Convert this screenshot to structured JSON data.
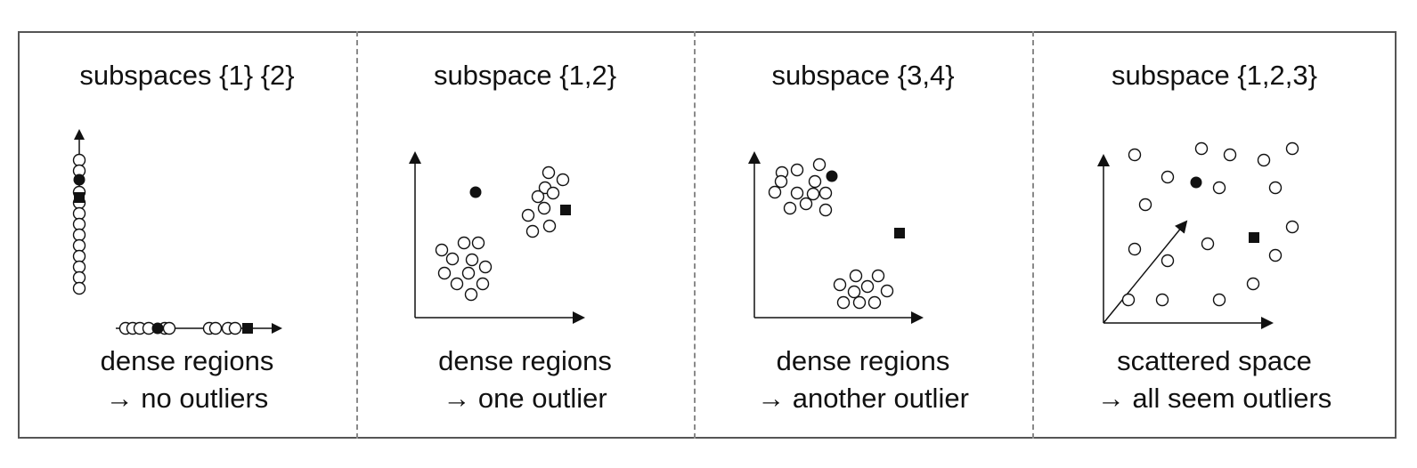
{
  "panels": [
    {
      "title": "subspaces {1} {2}",
      "caption_line1": "dense regions",
      "caption_line2": "→ no outliers"
    },
    {
      "title": "subspace {1,2}",
      "caption_line1": "dense regions",
      "caption_line2": "→ one outlier"
    },
    {
      "title": "subspace {3,4}",
      "caption_line1": "dense regions",
      "caption_line2": "→ another outlier"
    },
    {
      "title": "subspace {1,2,3}",
      "caption_line1": "scattered space",
      "caption_line2": "→ all seem outliers"
    }
  ],
  "legend_markers": {
    "normal_point": "open-circle",
    "outlier_a": "filled-circle",
    "outlier_b": "filled-square"
  },
  "colors": {
    "frame": "#555555",
    "divider": "#8a8a8a",
    "ink": "#111111"
  }
}
